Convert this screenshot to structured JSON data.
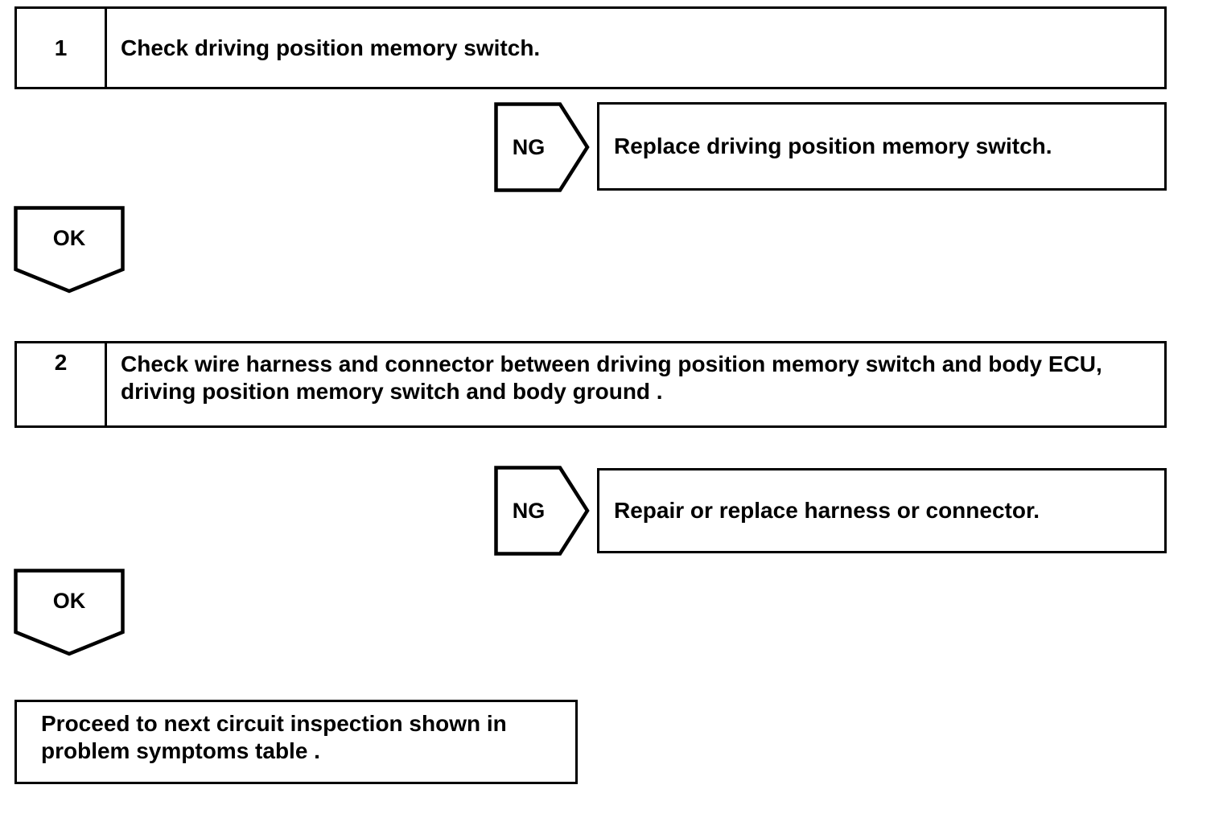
{
  "colors": {
    "ink": "#000000",
    "paper": "#ffffff"
  },
  "flowchart": {
    "steps": [
      {
        "number": "1",
        "instruction": "Check driving position memory switch."
      },
      {
        "number": "2",
        "instruction": "Check wire harness and connector between driving position memory switch and body ECU, driving position memory switch and body ground ."
      }
    ],
    "ng_branches": [
      {
        "label": "NG",
        "action": "Replace driving position memory switch."
      },
      {
        "label": "NG",
        "action": "Repair or replace harness or connector."
      }
    ],
    "ok_markers": [
      {
        "label": "OK"
      },
      {
        "label": "OK"
      }
    ],
    "final_action": "Proceed to next circuit inspection shown in problem symptoms table ."
  }
}
